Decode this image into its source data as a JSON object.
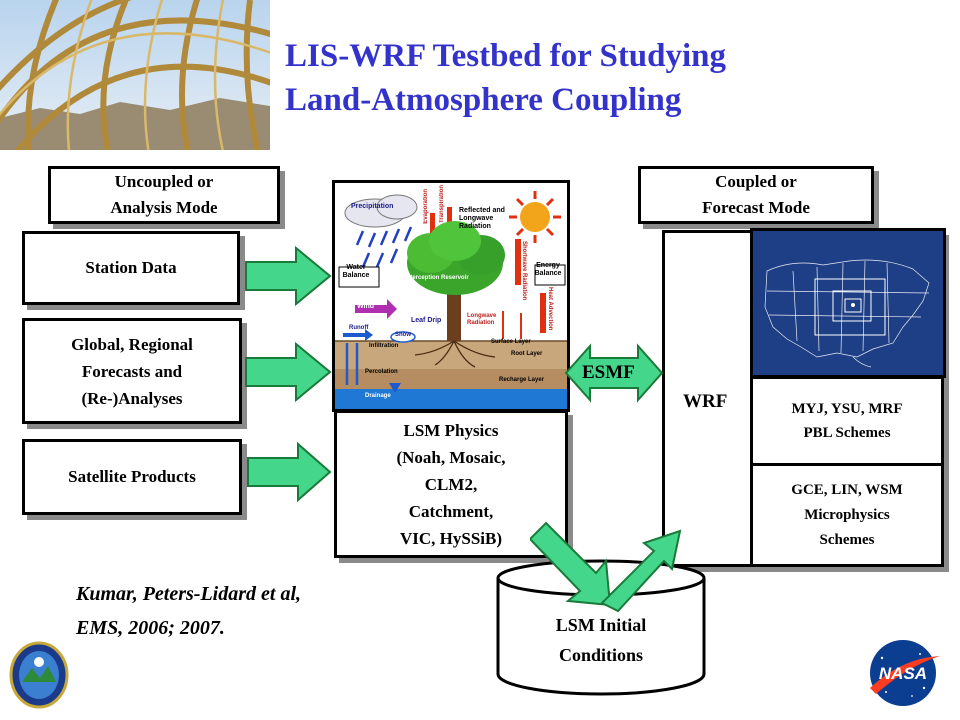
{
  "title": {
    "line1": "LIS-WRF Testbed for Studying",
    "line2": "Land-Atmosphere Coupling"
  },
  "left_header": {
    "line1": "Uncoupled or",
    "line2": "Analysis Mode"
  },
  "right_header": {
    "line1": "Coupled or",
    "line2": "Forecast Mode"
  },
  "inputs": [
    {
      "lines": [
        "Station Data"
      ]
    },
    {
      "lines": [
        "Global, Regional",
        "Forecasts and",
        "(Re-)Analyses"
      ]
    },
    {
      "lines": [
        "Satellite Products"
      ]
    }
  ],
  "lsm_physics": {
    "lines": [
      "LSM Physics",
      "(Noah, Mosaic,",
      "CLM2,",
      "Catchment,",
      "VIC, HySSiB)"
    ]
  },
  "esmf_label": "ESMF",
  "wrf_label": "WRF",
  "pbl": {
    "lines": [
      "MYJ, YSU, MRF",
      "PBL Schemes"
    ]
  },
  "micro": {
    "lines": [
      "GCE, LIN, WSM",
      "Microphysics",
      "Schemes"
    ]
  },
  "initial_conditions": {
    "lines": [
      "LSM Initial",
      "Conditions"
    ]
  },
  "citation": {
    "line1": "Kumar, Peters-Lidard et al,",
    "line2": "EMS, 2006; 2007."
  },
  "diagram_labels": {
    "precipitation": "Precipitation",
    "evaporation": "Evaporation",
    "transpiration": "Transpiration",
    "reflected": "Reflected and Longwave Radiation",
    "shortwave": "Shortwave Radiation",
    "water_balance": "Water Balance",
    "energy_balance": "Energy Balance",
    "interception": "Interception Reservoir",
    "wind": "Wind",
    "leaf_drip": "Leaf Drip",
    "longwave": "Longwave Radiation",
    "heat": "Heat Advection",
    "runoff": "Runoff",
    "snow": "Snow",
    "infiltration": "Infiltration",
    "surface_layer": "Surface Layer",
    "root_layer": "Root Layer",
    "percolation": "Percolation",
    "recharge_layer": "Recharge Layer",
    "drainage": "Drainage"
  },
  "colors": {
    "title": "#3333cc",
    "arrow_fill": "#44d68a",
    "arrow_stroke": "#1a7a3a"
  }
}
